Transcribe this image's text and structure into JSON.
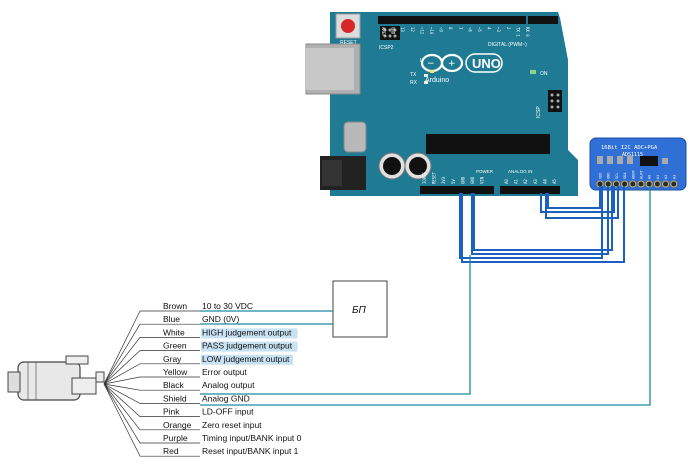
{
  "arduino": {
    "reset_label": "RESET",
    "icsp2_label": "ICSP2",
    "digital_label": "DIGITAL (PWM~)",
    "logo_text": "UNO",
    "brand": "Arduino",
    "on_label": "ON",
    "tx_label": "TX",
    "rx_label": "RX",
    "l_label": "L",
    "icsp_label": "ICSP",
    "power_label": "POWER",
    "analog_label": "ANALOG IN",
    "digital_pins": [
      "AREF",
      "GND",
      "13",
      "12",
      "~11",
      "~10",
      "~9",
      "8",
      "7",
      "~6",
      "~5",
      "4",
      "~3",
      "2",
      "TX 1",
      "RX 0"
    ],
    "power_pins": [
      "IOREF",
      "RESET",
      "3V3",
      "5V",
      "GND",
      "GND",
      "VIN"
    ],
    "analog_pins": [
      "A0",
      "A1",
      "A2",
      "A3",
      "A4",
      "A5"
    ],
    "colors": {
      "board": "#1f7a94",
      "board_dark": "#16647a",
      "wire": "#1b5fbf"
    }
  },
  "adc": {
    "title_line1": "16Bit I2C ADC+PGA",
    "title_line2": "ADS1115",
    "pins": [
      "VDD",
      "GND",
      "SCL",
      "SDA",
      "ADDR",
      "ALRT",
      "A0",
      "A1",
      "A2",
      "A3"
    ]
  },
  "power_supply": {
    "label": "БП"
  },
  "wires": [
    {
      "color": "Brown",
      "signal": "10 to 30 VDC",
      "highlight": false
    },
    {
      "color": "Blue",
      "signal": "GND (0V)",
      "highlight": false
    },
    {
      "color": "White",
      "signal": "HIGH judgement output",
      "highlight": true
    },
    {
      "color": "Green",
      "signal": "PASS judgement output",
      "highlight": true
    },
    {
      "color": "Gray",
      "signal": "LOW judgement output",
      "highlight": true
    },
    {
      "color": "Yellow",
      "signal": "Error output",
      "highlight": false
    },
    {
      "color": "Black",
      "signal": "Analog output",
      "highlight": false
    },
    {
      "color": "Shield",
      "signal": "Analog GND",
      "highlight": false
    },
    {
      "color": "Pink",
      "signal": "LD-OFF input",
      "highlight": false
    },
    {
      "color": "Orange",
      "signal": "Zero reset input",
      "highlight": false
    },
    {
      "color": "Purple",
      "signal": "Timing input/BANK input 0",
      "highlight": false
    },
    {
      "color": "Red",
      "signal": "Reset input/BANK input 1",
      "highlight": false
    }
  ]
}
